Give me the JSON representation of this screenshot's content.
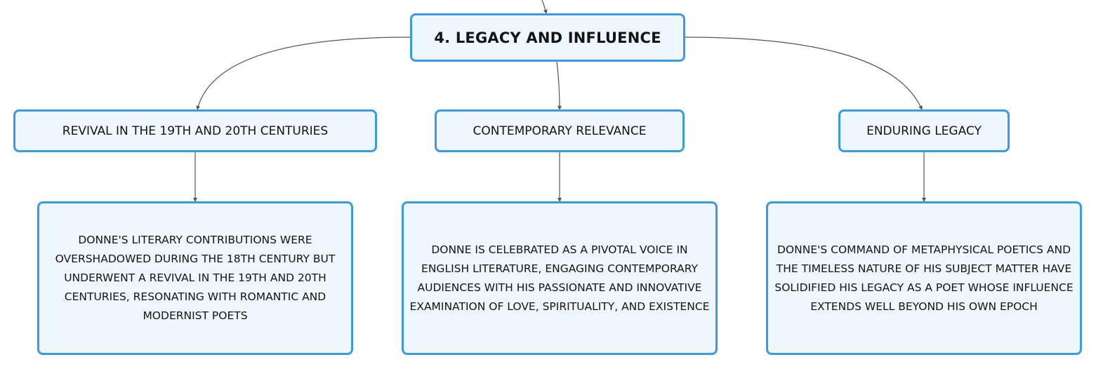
{
  "diagram": {
    "root": {
      "title": "4. LEGACY AND INFLUENCE"
    },
    "branches": [
      {
        "title": "REVIVAL IN THE 19TH AND 20TH CENTURIES",
        "detail": "DONNE'S LITERARY CONTRIBUTIONS WERE OVERSHADOWED DURING THE 18TH CENTURY BUT UNDERWENT A REVIVAL IN THE 19TH AND 20TH CENTURIES, RESONATING WITH ROMANTIC AND MODERNIST POETS"
      },
      {
        "title": "CONTEMPORARY RELEVANCE",
        "detail": "DONNE IS CELEBRATED AS A PIVOTAL VOICE IN ENGLISH LITERATURE, ENGAGING CONTEMPORARY AUDIENCES WITH HIS PASSIONATE AND INNOVATIVE EXAMINATION OF LOVE, SPIRITUALITY, AND EXISTENCE"
      },
      {
        "title": "ENDURING LEGACY",
        "detail": "DONNE'S COMMAND OF METAPHYSICAL POETICS AND THE TIMELESS NATURE OF HIS SUBJECT MATTER HAVE SOLIDIFIED HIS LEGACY AS A POET WHOSE INFLUENCE EXTENDS WELL BEYOND HIS OWN EPOCH"
      }
    ]
  },
  "colors": {
    "node_border": "#3b9be0",
    "node_fill": "#eef7fd",
    "connector": "#555555",
    "text": "#141414"
  }
}
